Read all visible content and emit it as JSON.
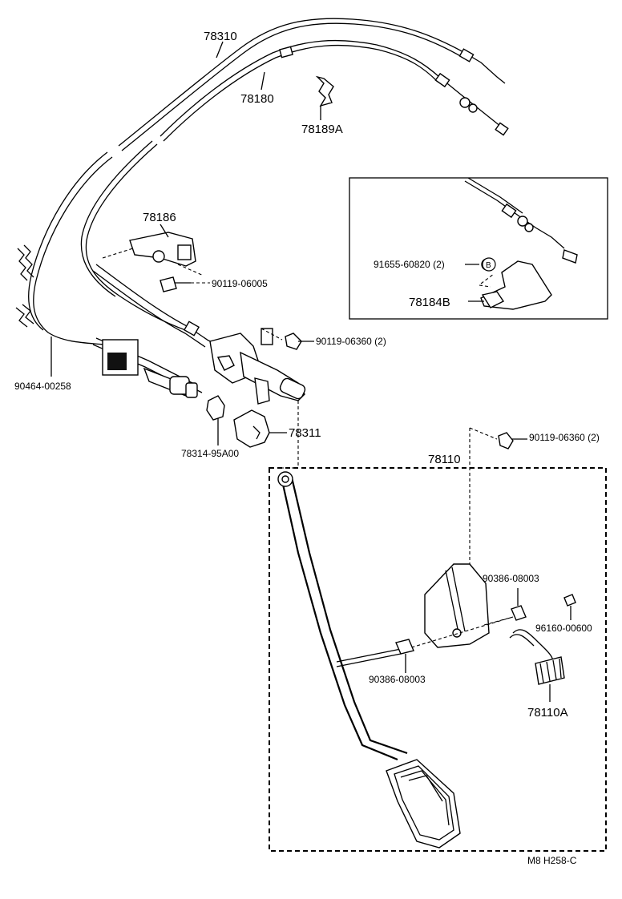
{
  "labels": {
    "cable_main": "78310",
    "cable_inner": "78180",
    "clip_top": "78189A",
    "bracket": "78186",
    "bolt_bracket": "90119-06005",
    "bolt_mount": "90119-06360 (2)",
    "clip_left": "90464-00258",
    "grommet": "78314-95A00",
    "cover": "78311",
    "bolt_pedal": "90119-06360 (2)",
    "pedal_assy": "78110",
    "inset_bolt": "91655-60820 (2)",
    "inset_bolt_marker": "B",
    "inset_bracket": "78184B",
    "bushing_right": "90386-08003",
    "nut": "96160-00600",
    "bushing_left": "90386-08003",
    "spring": "78110A",
    "footer": "M8  H258-C"
  }
}
